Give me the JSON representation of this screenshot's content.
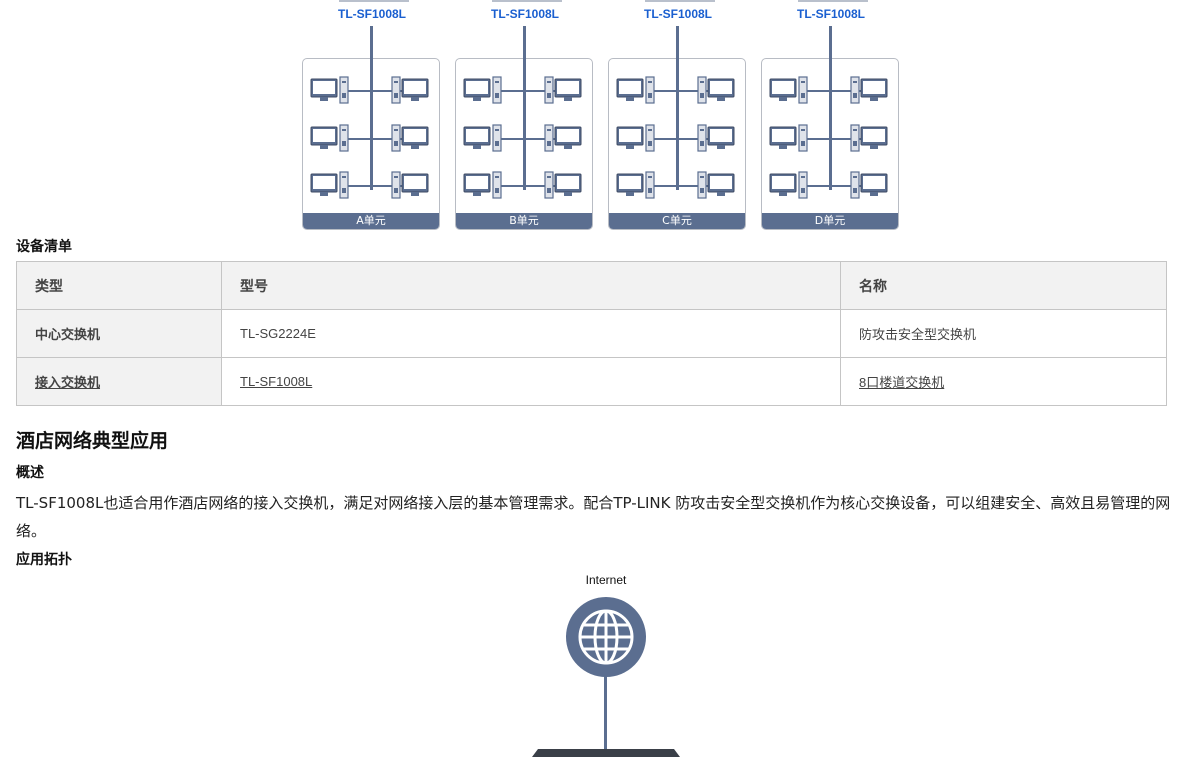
{
  "topology_units": [
    {
      "model": "TL-SF1008L",
      "unit_label": "A单元"
    },
    {
      "model": "TL-SF1008L",
      "unit_label": "B单元"
    },
    {
      "model": "TL-SF1008L",
      "unit_label": "C单元"
    },
    {
      "model": "TL-SF1008L",
      "unit_label": "D单元"
    }
  ],
  "device_list": {
    "title": "设备清单",
    "headers": [
      "类型",
      "型号",
      "名称"
    ],
    "rows": [
      {
        "type": "中心交换机",
        "model": "TL-SG2224E",
        "name": "防攻击安全型交换机"
      },
      {
        "type": "接入交换机",
        "model": "TL-SF1008L",
        "name": "8口楼道交换机"
      }
    ]
  },
  "hotel_section": {
    "title": "酒店网络典型应用",
    "overview_heading": "概述",
    "overview_text": "TL-SF1008L也适合用作酒店网络的接入交换机，满足对网络接入层的基本管理需求。配合TP-LINK 防攻击安全型交换机作为核心交换设备，可以组建安全、高效且易管理的网络。",
    "topology_heading": "应用拓扑",
    "internet_label": "Internet"
  },
  "colors": {
    "accent_blue": "#1a5fd0",
    "node_slate": "#5b6e90",
    "header_gray": "#f2f2f2"
  }
}
